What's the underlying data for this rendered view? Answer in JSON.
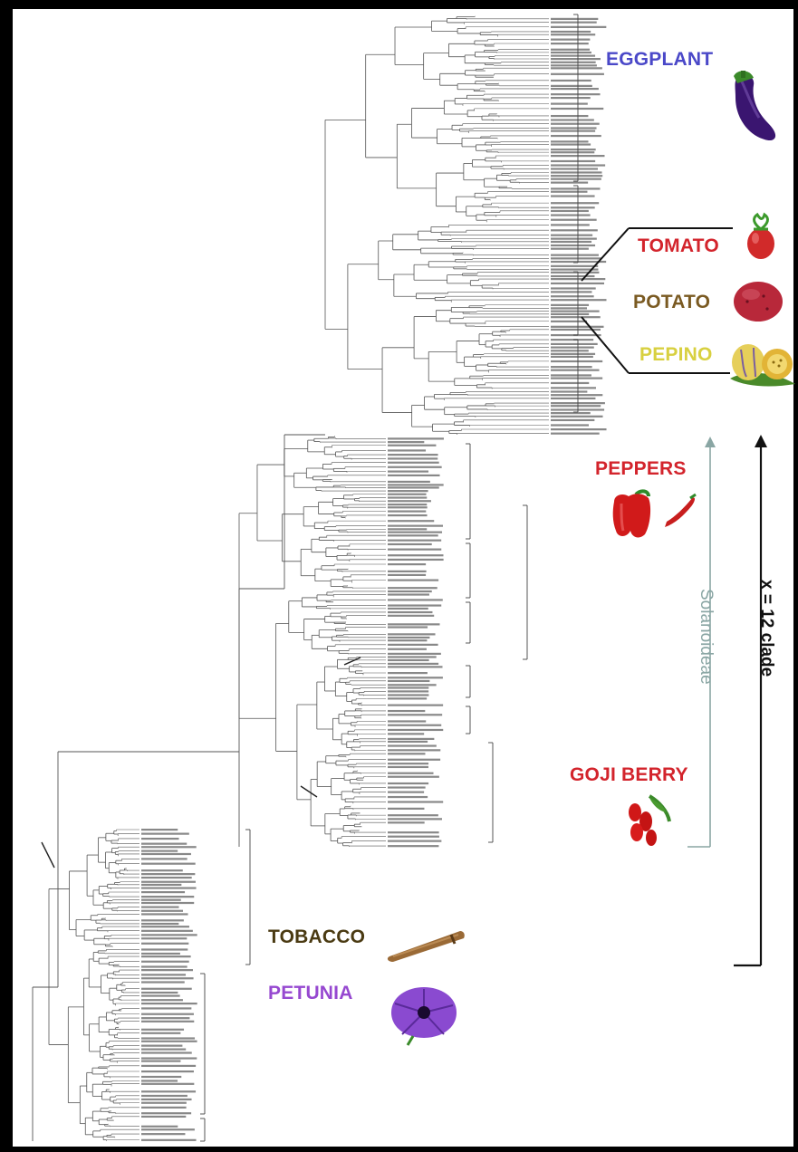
{
  "crops": {
    "eggplant": {
      "label": "EGGPLANT",
      "color": "#4a48c8",
      "icon": "eggplant-icon"
    },
    "tomato": {
      "label": "TOMATO",
      "color": "#d3242c",
      "icon": "tomato-icon"
    },
    "potato": {
      "label": "POTATO",
      "color": "#7a5a22",
      "icon": "potato-icon"
    },
    "pepino": {
      "label": "PEPINO",
      "color": "#d8d040",
      "icon": "pepino-icon"
    },
    "peppers": {
      "label": "PEPPERS",
      "color": "#d3242c",
      "icon": "pepper-icon"
    },
    "goji": {
      "label": "GOJI BERRY",
      "color": "#d3242c",
      "icon": "goji-berry-icon"
    },
    "tobacco": {
      "label": "TOBACCO",
      "color": "#4a3a12",
      "icon": "cigar-icon"
    },
    "petunia": {
      "label": "PETUNIA",
      "color": "#9648d0",
      "icon": "petunia-flower-icon"
    }
  },
  "brackets": {
    "solanoideae": {
      "label": "Solanoideae",
      "color": "#8aa6a4"
    },
    "x12": {
      "label": "x = 12 clade",
      "color": "#111111"
    }
  },
  "tree": {
    "line_color": "#555555",
    "tip_text_color": "#888888"
  }
}
